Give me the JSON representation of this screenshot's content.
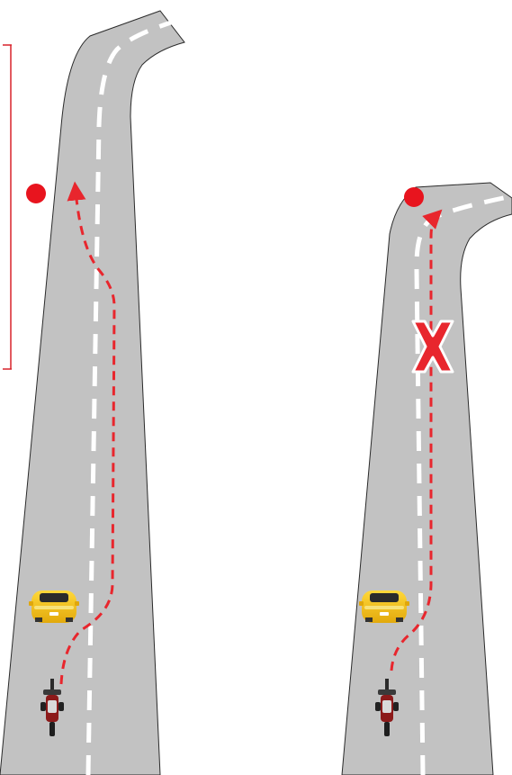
{
  "colors": {
    "road": "#c2c2c2",
    "road_edge": "#2a2a2a",
    "lane_line": "#ffffff",
    "path": "#e8262d",
    "point": "#e8141e",
    "side_marker": "#d8232a",
    "wrong_mark_fill": "#e8262d",
    "wrong_mark_outline": "#ffffff",
    "car_body": "#f2c418",
    "motorcycle_body": "#8c1a1a"
  },
  "panels": [
    {
      "id": "left",
      "label": "",
      "correct": true,
      "vehicles": [
        "car-icon",
        "motorcycle-icon"
      ],
      "path_style": "dashed-arrow"
    },
    {
      "id": "right",
      "label": "",
      "correct": false,
      "mark": "X",
      "vehicles": [
        "car-icon",
        "motorcycle-icon"
      ],
      "path_style": "dashed-arrow"
    }
  ]
}
